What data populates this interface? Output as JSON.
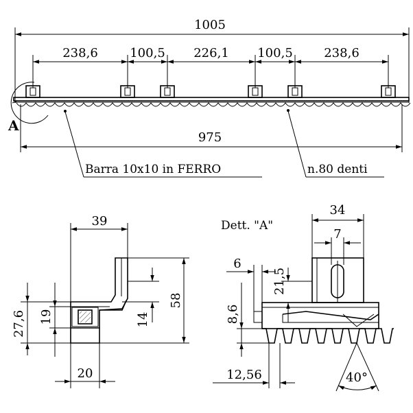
{
  "top_view": {
    "overall_length": "1005",
    "spacings": [
      "238,6",
      "100,5",
      "226,1",
      "100,5",
      "238,6"
    ],
    "rack_length": "975",
    "detail_marker": "A",
    "label_bar": "Barra 10x10 in FERRO",
    "label_teeth": "n.80 denti"
  },
  "side_view": {
    "width": "39",
    "height": "58",
    "left_outer": "27,6",
    "left_inner": "19",
    "right_inner": "14",
    "bottom": "20"
  },
  "detail_view": {
    "title": "Dett. \"A\"",
    "width": "34",
    "slot_width": "7",
    "dim_6": "6",
    "dim_21_5": "21,5",
    "dim_8_6": "8,6",
    "pitch": "12,56",
    "angle": "40°"
  }
}
